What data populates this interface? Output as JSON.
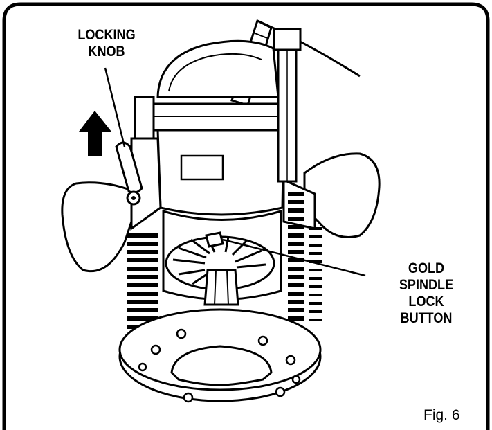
{
  "labels": {
    "locking_knob": [
      "LOCKING",
      "KNOB"
    ],
    "gold_spindle_lock_button": [
      "GOLD",
      "SPINDLE",
      "LOCK",
      "BUTTON"
    ]
  },
  "caption": "Fig. 6",
  "icons": {
    "direction_arrow": "up-arrow-icon"
  },
  "colors": {
    "line": "#000000",
    "background": "#ffffff"
  }
}
